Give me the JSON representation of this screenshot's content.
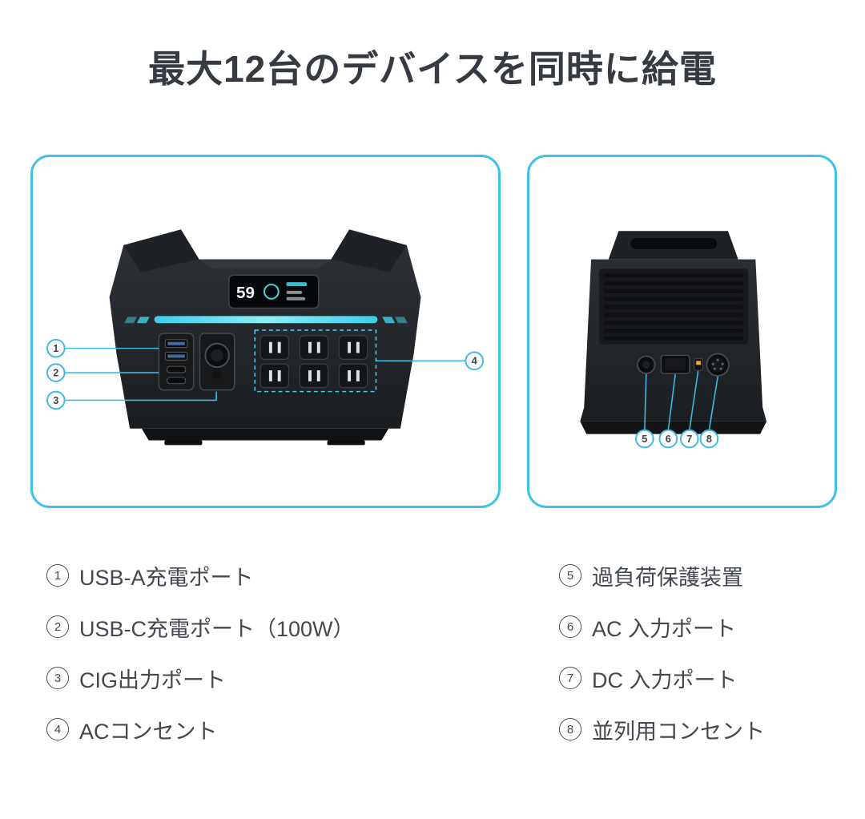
{
  "title": "最大12台のデバイスを同時に給電",
  "colors": {
    "accent_blue": "#41c0ea",
    "callout_blue": "#3fb9e4",
    "device_dark": "#24282c",
    "led_cyan": "#5adcf0",
    "text_dark": "#43484f"
  },
  "front": {
    "display_percent": "59",
    "callouts": [
      "1",
      "2",
      "3",
      "4"
    ]
  },
  "rear": {
    "callouts": [
      "5",
      "6",
      "7",
      "8"
    ]
  },
  "legend_left": [
    {
      "num": "1",
      "label": "USB-A充電ポート"
    },
    {
      "num": "2",
      "label": "USB-C充電ポート（100W）"
    },
    {
      "num": "3",
      "label": "CIG出力ポート"
    },
    {
      "num": "4",
      "label": "ACコンセント"
    }
  ],
  "legend_right": [
    {
      "num": "5",
      "label": "過負荷保護装置"
    },
    {
      "num": "6",
      "label": "AC 入力ポート"
    },
    {
      "num": "7",
      "label": "DC 入力ポート"
    },
    {
      "num": "8",
      "label": "並列用コンセント"
    }
  ]
}
